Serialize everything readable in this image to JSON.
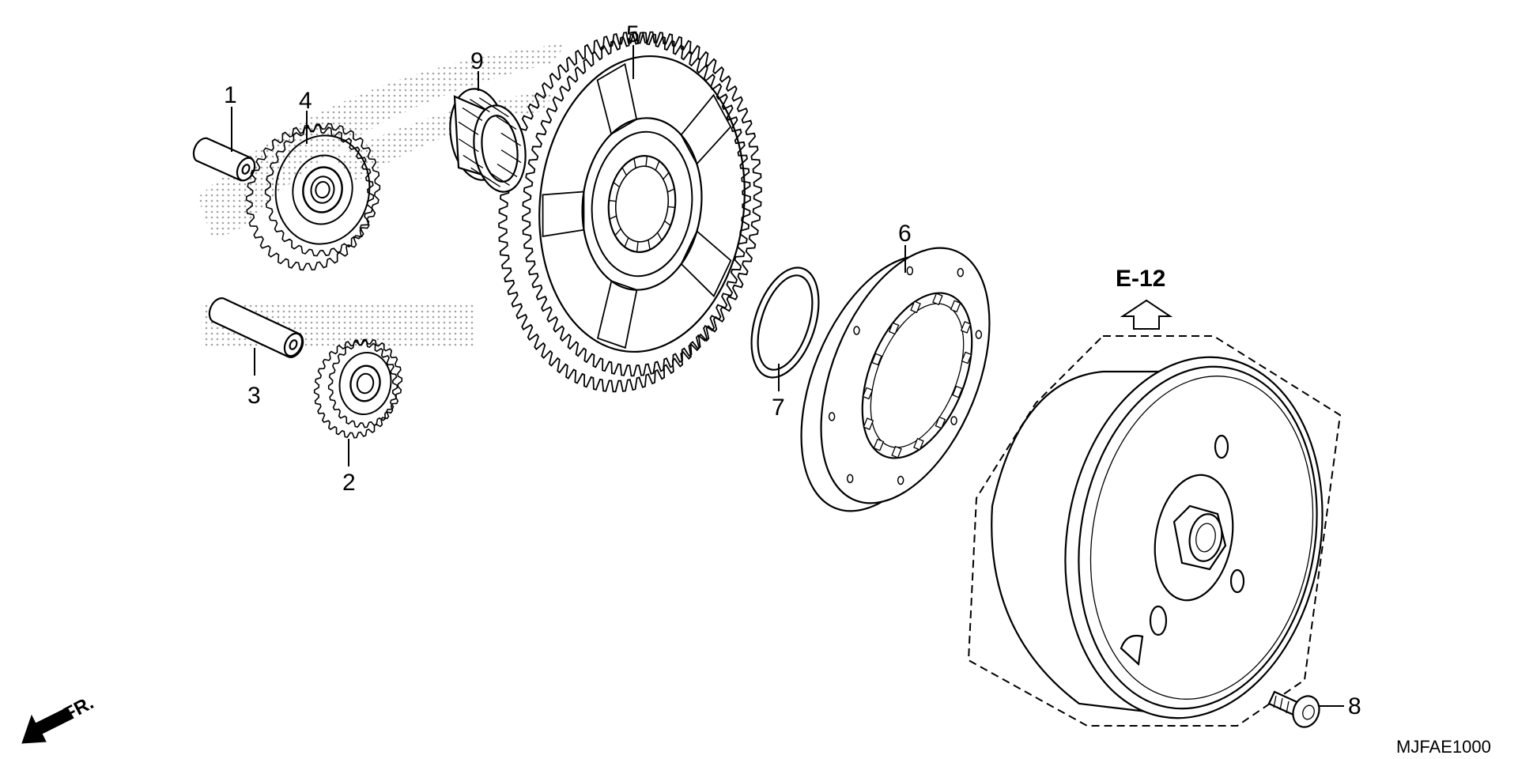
{
  "diagram": {
    "code": "MJFAE1000",
    "reference": "E-12",
    "front_label": "FR.",
    "callouts": [
      {
        "id": "1",
        "text": "1"
      },
      {
        "id": "2",
        "text": "2"
      },
      {
        "id": "3",
        "text": "3"
      },
      {
        "id": "4",
        "text": "4"
      },
      {
        "id": "5",
        "text": "5"
      },
      {
        "id": "6",
        "text": "6"
      },
      {
        "id": "7",
        "text": "7"
      },
      {
        "id": "8",
        "text": "8"
      },
      {
        "id": "9",
        "text": "9"
      }
    ],
    "icons": [
      "front-direction-arrow-icon",
      "reference-up-arrow-icon",
      "watermark-logo-icon"
    ],
    "colors": {
      "line": "#000000",
      "background": "#ffffff",
      "watermark": "#9a9a9a"
    }
  }
}
